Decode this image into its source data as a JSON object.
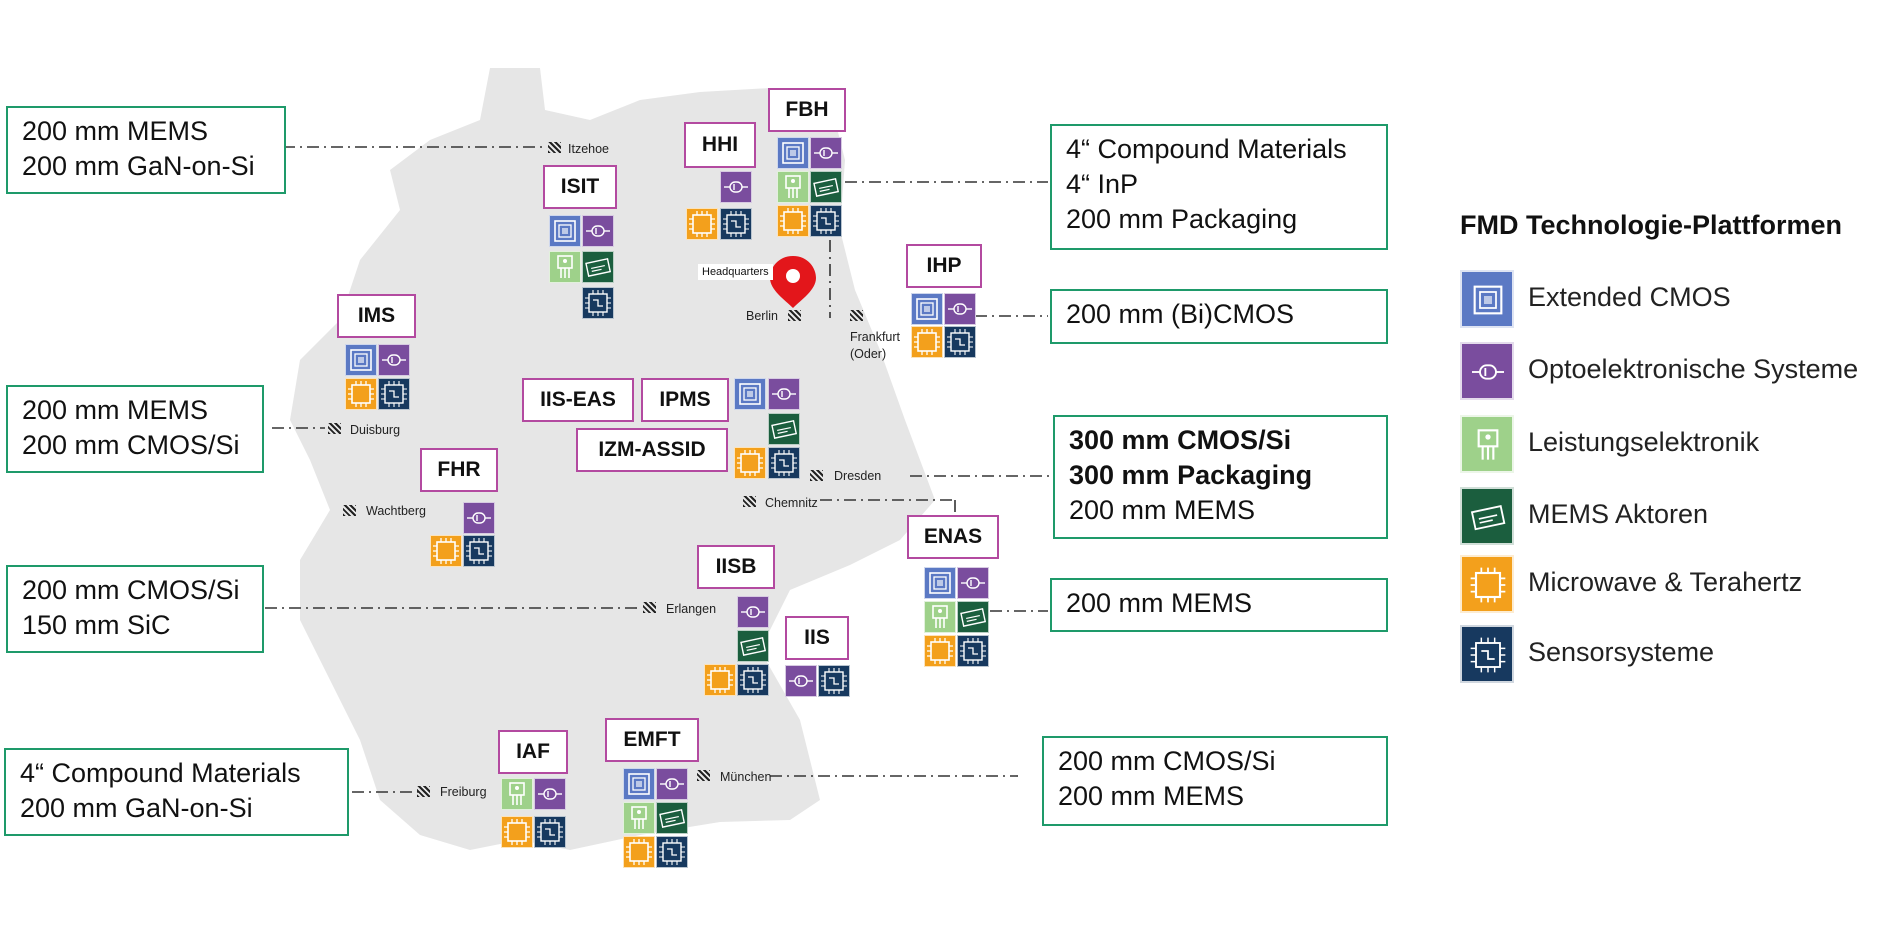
{
  "colors": {
    "box_border": "#1e9a6a",
    "institute_border": "#b34aa0",
    "map_fill": "#e6e6e6",
    "extended_cmos": "#5b79c4",
    "optoelektronik": "#7a4d9e",
    "leistungselektronik": "#9ed18a",
    "mems_aktoren": "#1b5e3e",
    "microwave": "#f3a01c",
    "sensorsysteme": "#17395f",
    "pin": "#e3161b"
  },
  "legend": {
    "title": "FMD Technologie-Plattformen",
    "items": [
      {
        "key": "cmos",
        "icon": "chip-icon",
        "label": "Extended CMOS"
      },
      {
        "key": "opto",
        "icon": "laser-diode-icon",
        "label": "Optoelektronische Systeme"
      },
      {
        "key": "power",
        "icon": "power-transistor-icon",
        "label": "Leistungselektronik"
      },
      {
        "key": "mems",
        "icon": "mems-actuator-icon",
        "label": "MEMS Aktoren"
      },
      {
        "key": "micro",
        "icon": "microwave-chip-icon",
        "label": "Microwave & Terahertz"
      },
      {
        "key": "sensor",
        "icon": "sensor-circuit-icon",
        "label": "Sensorsysteme"
      }
    ]
  },
  "capability_boxes": {
    "itzehoe": [
      "200 mm MEMS",
      "200 mm GaN-on-Si"
    ],
    "duisburg": [
      "200 mm MEMS",
      "200 mm CMOS/Si"
    ],
    "erlangen": [
      "200 mm CMOS/Si",
      "150 mm SiC"
    ],
    "freiburg": [
      "4“ Compound Materials",
      "200 mm GaN-on-Si"
    ],
    "berlin": [
      "4“ Compound Materials",
      "4“ InP",
      "200 mm Packaging"
    ],
    "frankfurt": [
      "200 mm (Bi)CMOS"
    ],
    "dresden": [
      "300 mm CMOS/Si",
      "300 mm Packaging",
      "200 mm MEMS"
    ],
    "chemnitz": [
      "200 mm MEMS"
    ],
    "muenchen": [
      "200 mm CMOS/Si",
      "200 mm MEMS"
    ]
  },
  "institutes": {
    "fbh": "FBH",
    "hhi": "HHI",
    "isit": "ISIT",
    "ihp": "IHP",
    "ims": "IMS",
    "iis_eas": "IIS-EAS",
    "ipms": "IPMS",
    "izm_assid": "IZM-ASSID",
    "fhr": "FHR",
    "enas": "ENAS",
    "iisb": "IISB",
    "iis": "IIS",
    "iaf": "IAF",
    "emft": "EMFT"
  },
  "cities": {
    "itzehoe": "Itzehoe",
    "berlin": "Berlin",
    "headquarters": "Headquarters",
    "frankfurt_1": "Frankfurt",
    "frankfurt_2": "(Oder)",
    "duisburg": "Duisburg",
    "wachtberg": "Wachtberg",
    "dresden": "Dresden",
    "chemnitz": "Chemnitz",
    "erlangen": "Erlangen",
    "freiburg": "Freiburg",
    "muenchen": "München"
  }
}
